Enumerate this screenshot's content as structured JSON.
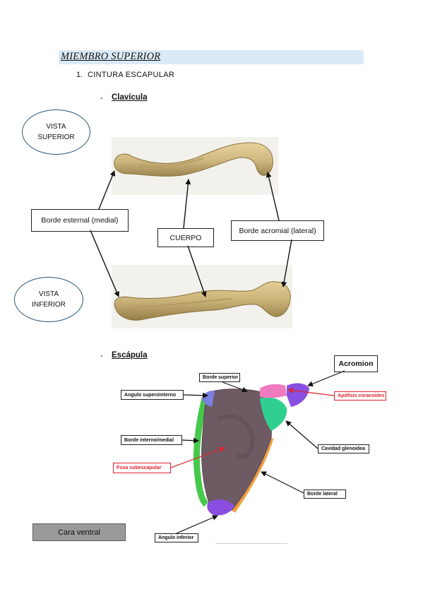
{
  "header": {
    "title": "MIEMBRO SUPERIOR",
    "list_number": "1.",
    "list_item": "CINTURA ESCAPULAR"
  },
  "sections": {
    "clavicula": {
      "dash": "-",
      "title": "Clavícula"
    },
    "escapula": {
      "dash": "-",
      "title": "Escápula"
    }
  },
  "clavicle": {
    "view_superior": "VISTA\nSUPERIOR",
    "view_inferior": "VISTA\nINFERIOR",
    "labels": {
      "borde_esternal": "Borde esternal (medial)",
      "cuerpo": "CUERPO",
      "borde_acromial": "Borde acromial (lateral)"
    }
  },
  "scapula": {
    "labels": {
      "acromion": "Acromion",
      "borde_superior": "Borde superior",
      "angulo_superointerno": "Angulo superointerno",
      "apofisis_coracoides": "Apófisis coracoides",
      "borde_interno_medial": "Borde interno/medial",
      "cavidad_glenoidea": "Cavidad glenoidea",
      "fosa_subescapular": "Fosa subescapular",
      "borde_lateral": "Borde lateral",
      "angulo_inferior": "Angulo inferior"
    },
    "view_button": "Cara ventral"
  },
  "colors": {
    "title_band": "#dbeaf7",
    "oval_border": "#2f5576",
    "bone": "#cdb77e",
    "fossa": "#6e5a62",
    "angle_purple": "#8a4fe0",
    "border_green": "#46c84a",
    "glenoid_green": "#2fd08f",
    "coracoid_pink": "#f07ac0",
    "lateral_orange": "#f0a040",
    "red_label": "#e0232f",
    "button_gray": "#9a9a9a"
  }
}
